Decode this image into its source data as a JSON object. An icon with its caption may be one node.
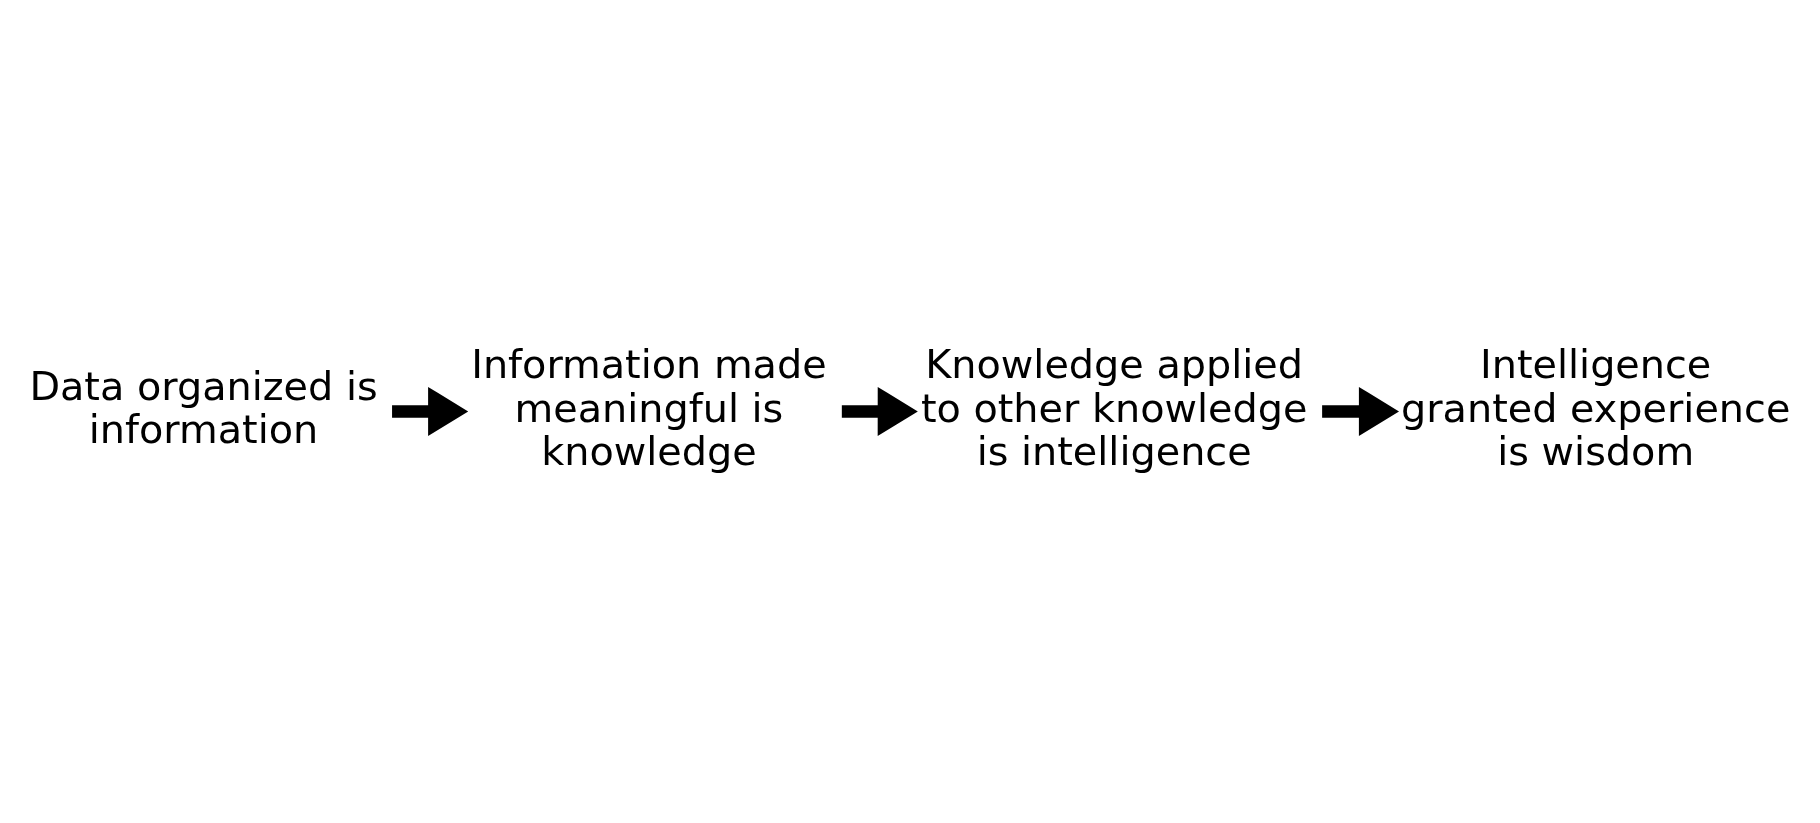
{
  "diagram": {
    "nodes": [
      {
        "text": [
          "Data organized is information"
        ]
      },
      {
        "text": [
          "Information made meaningful is knowledge"
        ]
      },
      {
        "text": [
          "Knowledge applied to other knowledge is intelligence"
        ]
      },
      {
        "text": [
          "Intelligence granted experience is wisdom"
        ]
      }
    ],
    "edges": [
      {
        "from": 0,
        "to": 1,
        "arrow": "to"
      },
      {
        "from": 1,
        "to": 2,
        "arrow": "to"
      },
      {
        "from": 2,
        "to": 3,
        "arrow": "to"
      }
    ]
  }
}
